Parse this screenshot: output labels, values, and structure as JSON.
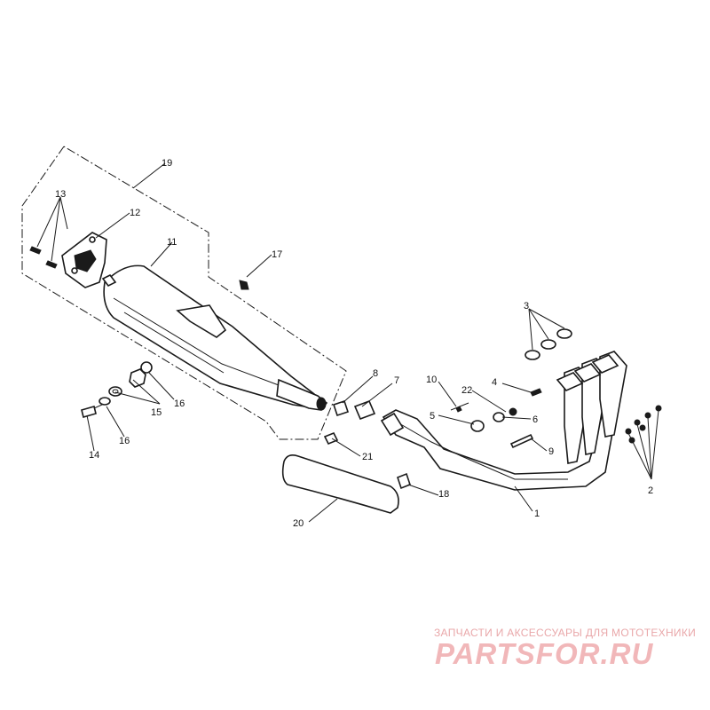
{
  "callouts": {
    "c1": "1",
    "c2": "2",
    "c3": "3",
    "c4": "4",
    "c5": "5",
    "c6": "6",
    "c7": "7",
    "c8": "8",
    "c9": "9",
    "c10": "10",
    "c11": "11",
    "c12": "12",
    "c13": "13",
    "c14": "14",
    "c15": "15",
    "c16a": "16",
    "c16b": "16",
    "c17": "17",
    "c18": "18",
    "c19": "19",
    "c20": "20",
    "c21": "21",
    "c22": "22"
  },
  "watermark": {
    "tagline": "ЗАПЧАСТИ И АКСЕССУАРЫ ДЛЯ МОТОТЕХНИКИ",
    "logo": "PARTSFOR.RU"
  }
}
